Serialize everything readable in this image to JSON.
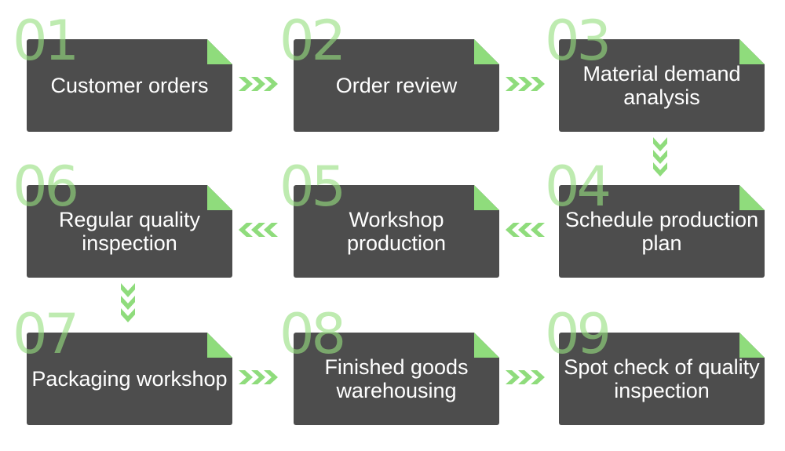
{
  "steps": [
    {
      "number": "01",
      "label": "Customer orders"
    },
    {
      "number": "02",
      "label": "Order review"
    },
    {
      "number": "03",
      "label": "Material demand analysis"
    },
    {
      "number": "04",
      "label": "Schedule production plan"
    },
    {
      "number": "05",
      "label": "Workshop production"
    },
    {
      "number": "06",
      "label": "Regular quality inspection"
    },
    {
      "number": "07",
      "label": "Packaging workshop"
    },
    {
      "number": "08",
      "label": "Finished goods warehousing"
    },
    {
      "number": "09",
      "label": "Spot check of quality inspection"
    }
  ],
  "colors": {
    "card": "#4d4d4d",
    "accent": "#8fdc7c",
    "text": "#ffffff"
  }
}
